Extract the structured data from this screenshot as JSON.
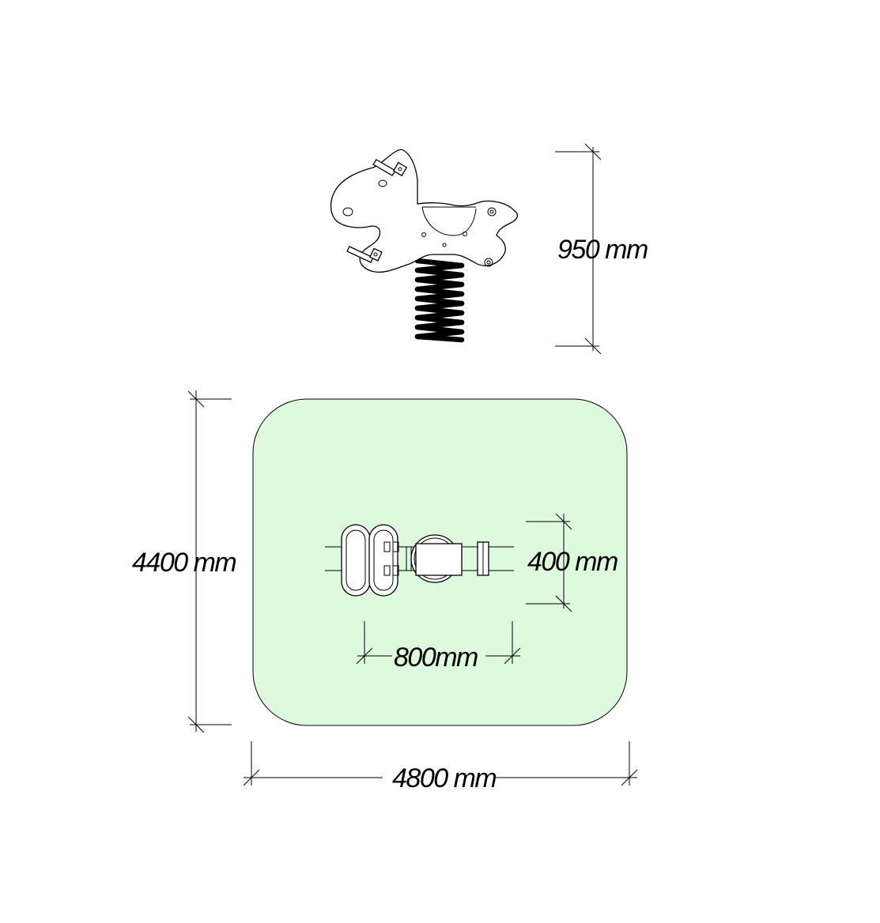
{
  "colors": {
    "safety_zone_fill": "#ddfadd",
    "line": "#000000",
    "background": "#ffffff"
  },
  "elevation": {
    "height_label": "950 mm"
  },
  "plan": {
    "zone_height_label": "4400 mm",
    "zone_width_label": "4800 mm",
    "equipment_length_label": "800mm",
    "equipment_width_label": "400 mm"
  }
}
